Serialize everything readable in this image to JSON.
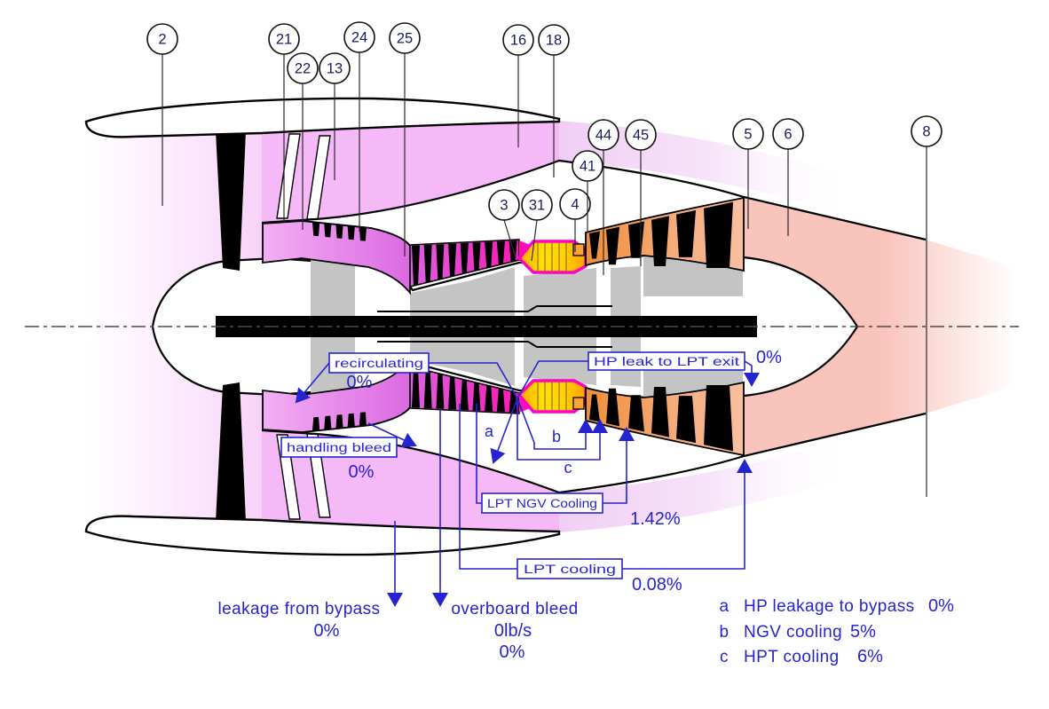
{
  "diagram": {
    "name": "turbofan-engine-station-numbering-and-secondary-air-system",
    "stations": [
      {
        "id": "2",
        "label": "2"
      },
      {
        "id": "21",
        "label": "21"
      },
      {
        "id": "22",
        "label": "22"
      },
      {
        "id": "13",
        "label": "13"
      },
      {
        "id": "24",
        "label": "24"
      },
      {
        "id": "25",
        "label": "25"
      },
      {
        "id": "16",
        "label": "16"
      },
      {
        "id": "18",
        "label": "18"
      },
      {
        "id": "3",
        "label": "3"
      },
      {
        "id": "31",
        "label": "31"
      },
      {
        "id": "4",
        "label": "4"
      },
      {
        "id": "41",
        "label": "41"
      },
      {
        "id": "44",
        "label": "44"
      },
      {
        "id": "45",
        "label": "45"
      },
      {
        "id": "5",
        "label": "5"
      },
      {
        "id": "6",
        "label": "6"
      },
      {
        "id": "8",
        "label": "8"
      }
    ],
    "annotations": {
      "recirculating": {
        "label": "recirculating",
        "value": "0%"
      },
      "handling_bleed": {
        "label": "handling bleed",
        "value": "0%"
      },
      "hp_leak_to_lpt_exit": {
        "label": "HP leak to LPT exit",
        "value": "0%"
      },
      "lpt_ngv_cooling": {
        "label": "LPT NGV Cooling",
        "value": "1.42%"
      },
      "lpt_cooling": {
        "label": "LPT cooling",
        "value": "0.08%"
      },
      "leakage_from_bypass": {
        "label": "leakage from bypass",
        "value": "0%"
      },
      "overboard_bleed": {
        "label": "overboard bleed",
        "value_flow": "0lb/s",
        "value_pct": "0%"
      },
      "stream_letters": [
        "a",
        "b",
        "c"
      ],
      "legend": [
        {
          "key": "a",
          "label": "HP leakage to bypass",
          "value": "0%"
        },
        {
          "key": "b",
          "label": "NGV cooling",
          "value": "5%"
        },
        {
          "key": "c",
          "label": "HPT cooling",
          "value": "6%"
        }
      ]
    },
    "colors": {
      "annotation_blue": "#2424d0",
      "station_text": "#1b1b5e",
      "bypass_pink": "#f6b9f8",
      "exhaust_salmon": "#f9c4bc",
      "compressor_magenta": "#ff0fb2",
      "combustor_yellow": "#ffe000",
      "combustor_outline": "#ff00c8",
      "turbine_orange": "#ef8f38",
      "structure_gray": "#c4c4c4"
    }
  }
}
